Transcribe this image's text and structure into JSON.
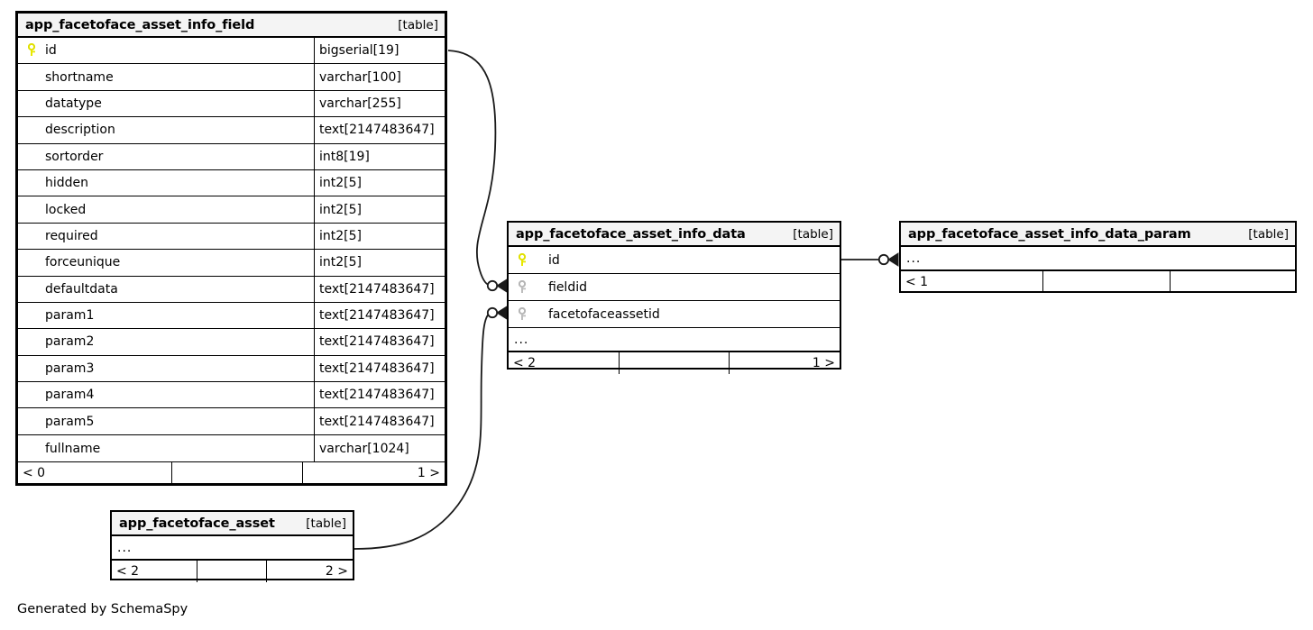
{
  "diagram": {
    "generator_credit": "Generated by SchemaSpy",
    "table_tag": "[table]",
    "ellipsis": "...",
    "colors": {
      "primary_key_icon": "#e8e800",
      "foreign_key_icon": "#b0b0b0",
      "border": "#000000",
      "header_background": "#f4f4f4",
      "page_background": "#ffffff"
    }
  },
  "tables": [
    {
      "id": "app_facetoface_asset_info_field",
      "name": "app_facetoface_asset_info_field",
      "tag": "[table]",
      "columns": [
        {
          "key": "primary",
          "name": "id",
          "type": "bigserial[19]"
        },
        {
          "key": "none",
          "name": "shortname",
          "type": "varchar[100]"
        },
        {
          "key": "none",
          "name": "datatype",
          "type": "varchar[255]"
        },
        {
          "key": "none",
          "name": "description",
          "type": "text[2147483647]"
        },
        {
          "key": "none",
          "name": "sortorder",
          "type": "int8[19]"
        },
        {
          "key": "none",
          "name": "hidden",
          "type": "int2[5]"
        },
        {
          "key": "none",
          "name": "locked",
          "type": "int2[5]"
        },
        {
          "key": "none",
          "name": "required",
          "type": "int2[5]"
        },
        {
          "key": "none",
          "name": "forceunique",
          "type": "int2[5]"
        },
        {
          "key": "none",
          "name": "defaultdata",
          "type": "text[2147483647]"
        },
        {
          "key": "none",
          "name": "param1",
          "type": "text[2147483647]"
        },
        {
          "key": "none",
          "name": "param2",
          "type": "text[2147483647]"
        },
        {
          "key": "none",
          "name": "param3",
          "type": "text[2147483647]"
        },
        {
          "key": "none",
          "name": "param4",
          "type": "text[2147483647]"
        },
        {
          "key": "none",
          "name": "param5",
          "type": "text[2147483647]"
        },
        {
          "key": "none",
          "name": "fullname",
          "type": "varchar[1024]"
        }
      ],
      "has_ellipsis_row": false,
      "footer": {
        "left": "< 0",
        "middle": "",
        "right": "1 >"
      }
    },
    {
      "id": "app_facetoface_asset_info_data",
      "name": "app_facetoface_asset_info_data",
      "tag": "[table]",
      "columns": [
        {
          "key": "primary",
          "name": "id",
          "type": ""
        },
        {
          "key": "foreign",
          "name": "fieldid",
          "type": ""
        },
        {
          "key": "foreign",
          "name": "facetofaceassetid",
          "type": ""
        }
      ],
      "has_ellipsis_row": true,
      "footer": {
        "left": "< 2",
        "middle": "",
        "right": "1 >"
      }
    },
    {
      "id": "app_facetoface_asset_info_data_param",
      "name": "app_facetoface_asset_info_data_param",
      "tag": "[table]",
      "columns": [],
      "has_ellipsis_row": true,
      "footer": {
        "left": "< 1",
        "middle": "",
        "right": ""
      }
    },
    {
      "id": "app_facetoface_asset",
      "name": "app_facetoface_asset",
      "tag": "[table]",
      "columns": [],
      "has_ellipsis_row": true,
      "footer": {
        "left": "< 2",
        "middle": "",
        "right": "2 >"
      }
    }
  ],
  "relationships": [
    {
      "from": "app_facetoface_asset_info_field.id",
      "to": "app_facetoface_asset_info_data.fieldid"
    },
    {
      "from": "app_facetoface_asset.id",
      "to": "app_facetoface_asset_info_data.facetofaceassetid"
    },
    {
      "from": "app_facetoface_asset_info_data.id",
      "to": "app_facetoface_asset_info_data_param"
    }
  ]
}
